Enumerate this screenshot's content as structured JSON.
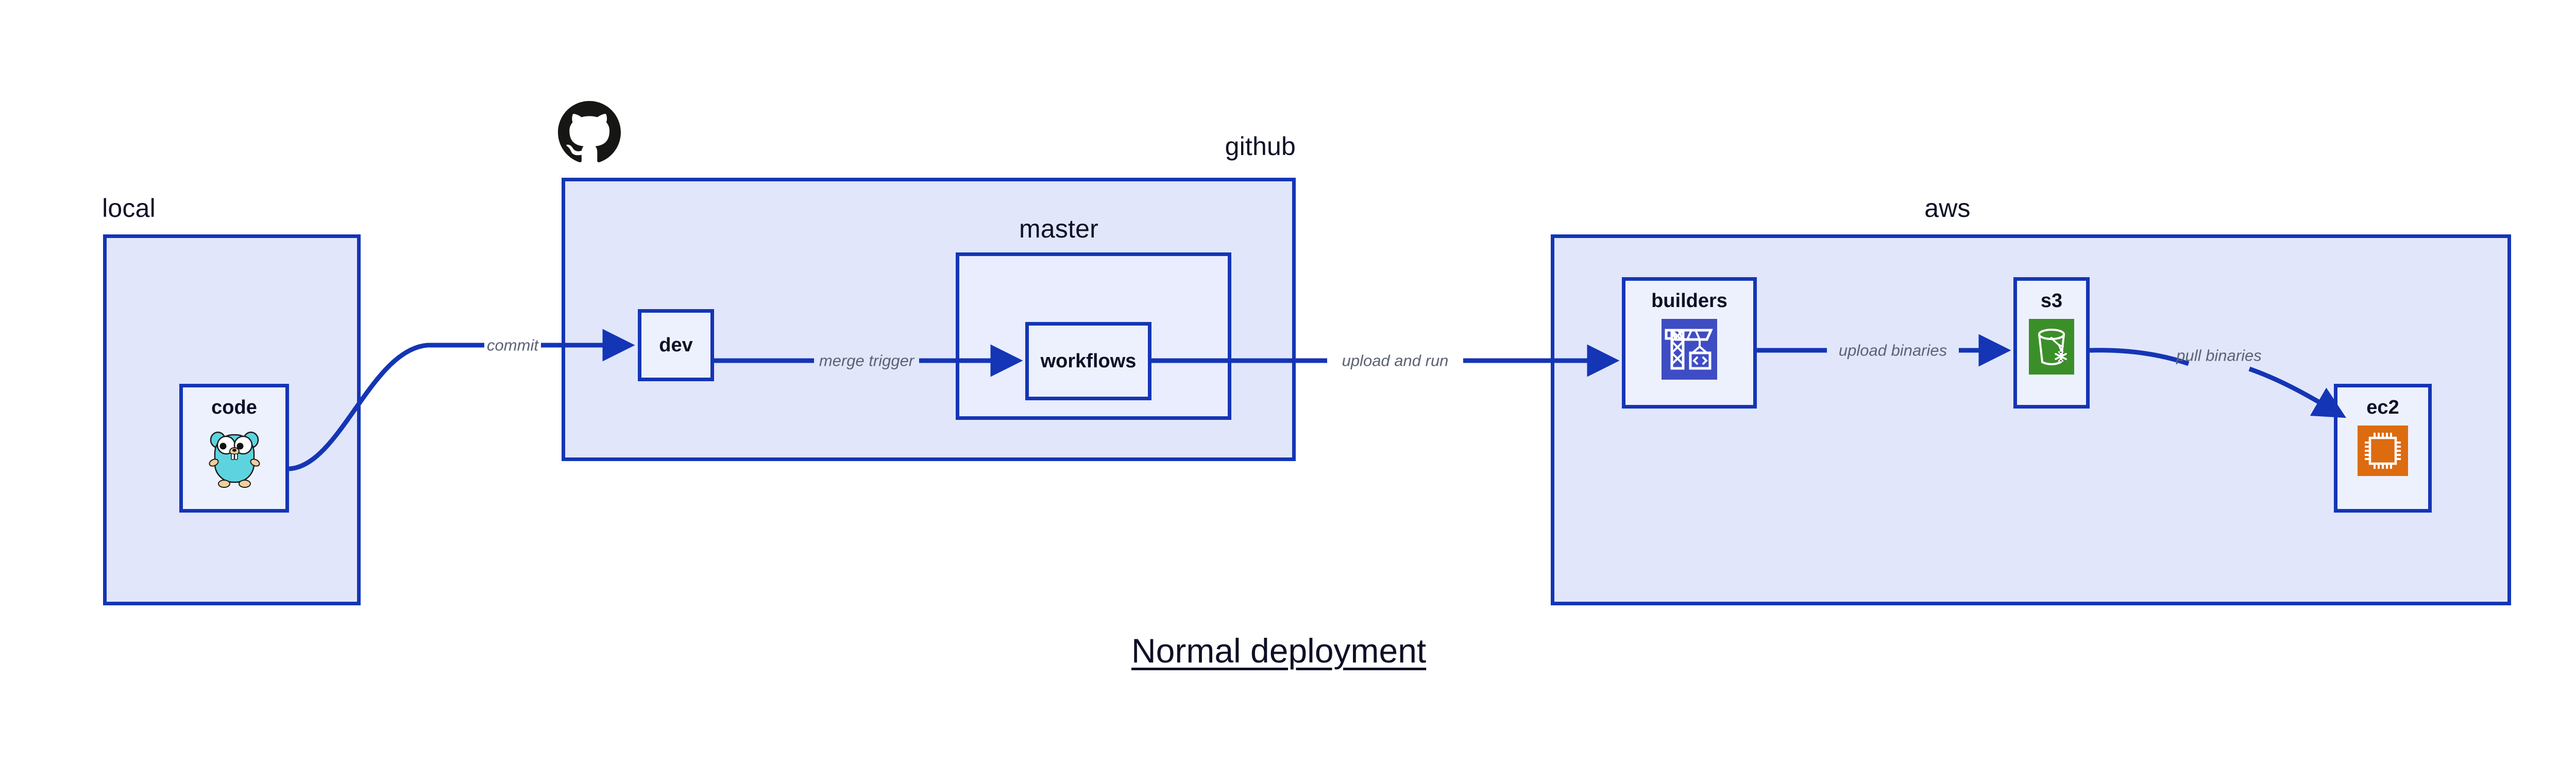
{
  "title": "Normal deployment",
  "groups": [
    {
      "key": "local",
      "label": "local"
    },
    {
      "key": "github",
      "label": "github"
    },
    {
      "key": "master",
      "label": "master"
    },
    {
      "key": "aws",
      "label": "aws"
    }
  ],
  "nodes": [
    {
      "key": "code",
      "label": "code",
      "icon": "go-gopher-icon"
    },
    {
      "key": "dev",
      "label": "dev",
      "icon": "none"
    },
    {
      "key": "workflows",
      "label": "workflows",
      "icon": "none"
    },
    {
      "key": "builders",
      "label": "builders",
      "icon": "aws-codebuild-icon"
    },
    {
      "key": "s3",
      "label": "s3",
      "icon": "aws-s3-bucket-icon"
    },
    {
      "key": "ec2",
      "label": "ec2",
      "icon": "aws-ec2-chip-icon"
    }
  ],
  "edges": [
    {
      "key": "commit",
      "label": "commit",
      "from": "code",
      "to": "dev"
    },
    {
      "key": "merge_trigger",
      "label": "merge trigger",
      "from": "dev",
      "to": "workflows"
    },
    {
      "key": "upload_and_run",
      "label": "upload and run",
      "from": "workflows",
      "to": "builders"
    },
    {
      "key": "upload_binaries",
      "label": "upload binaries",
      "from": "builders",
      "to": "s3"
    },
    {
      "key": "pull_binaries",
      "label": "pull binaries",
      "from": "s3",
      "to": "ec2"
    }
  ],
  "icons": {
    "github_mark": "github-octocat-icon"
  },
  "colors": {
    "stroke": "#1435b5",
    "group_fill": "#e1e6fb",
    "subgroup_fill": "#e9edfd",
    "node_fill": "#edf1fd",
    "text": "#0d1026",
    "edge_label_text": "#5b6273",
    "codebuild_bg": "#3f4dc4",
    "s3_bg": "#3b8f29",
    "ec2_bg": "#dd6b10",
    "gopher_body": "#5ed3e0",
    "github_black": "#161614",
    "page_bg": "#ffffff"
  }
}
